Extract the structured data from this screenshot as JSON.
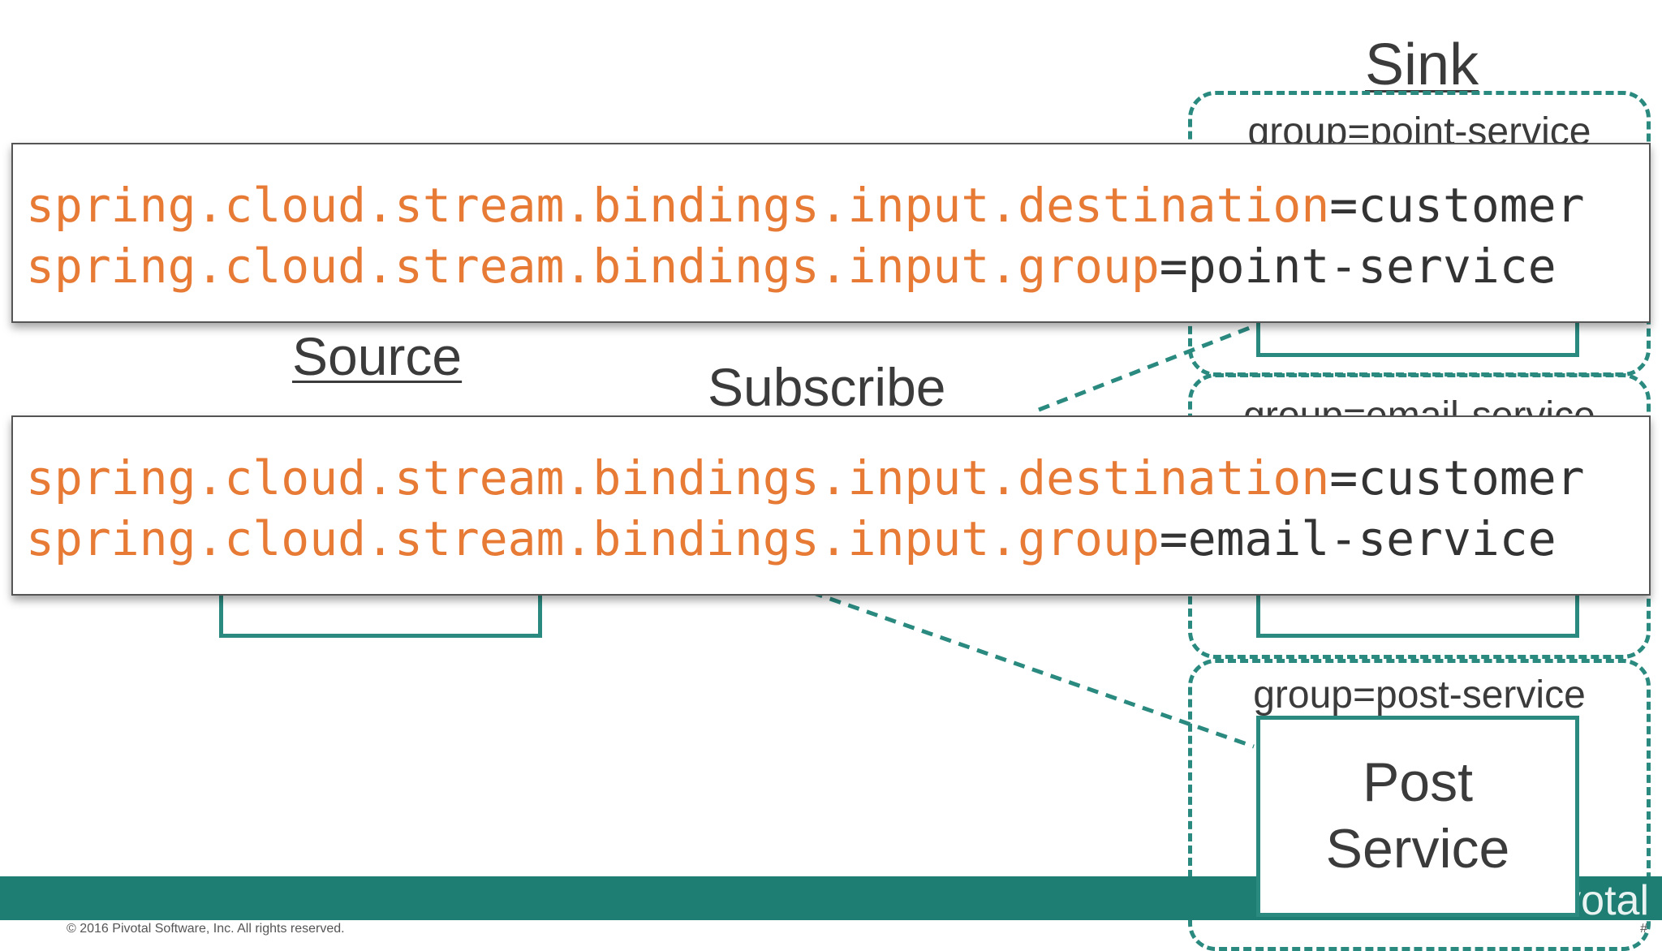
{
  "titles": {
    "sink": "Sink",
    "source": "Source",
    "subscribe": "Subscribe"
  },
  "groups": [
    {
      "label": "group=point-service"
    },
    {
      "label": "group=email-service"
    },
    {
      "label": "group=post-service",
      "service_line1": "Post",
      "service_line2": "Service"
    }
  ],
  "code_boxes": [
    {
      "line1_key": "spring.cloud.stream.bindings.input.destination",
      "line1_value": "customer",
      "line2_key": "spring.cloud.stream.bindings.input.group",
      "line2_value": "point-service"
    },
    {
      "line1_key": "spring.cloud.stream.bindings.input.destination",
      "line1_value": "customer",
      "line2_key": "spring.cloud.stream.bindings.input.group",
      "line2_value": "email-service"
    }
  ],
  "footer": {
    "copyright": "© 2016 Pivotal Software, Inc.  All rights reserved.",
    "brand_fragment": "votal",
    "page_marker": "#"
  },
  "colors": {
    "accent_teal": "#2b8a80",
    "footer_teal": "#1e7e73",
    "code_key_orange": "#e77b36"
  }
}
